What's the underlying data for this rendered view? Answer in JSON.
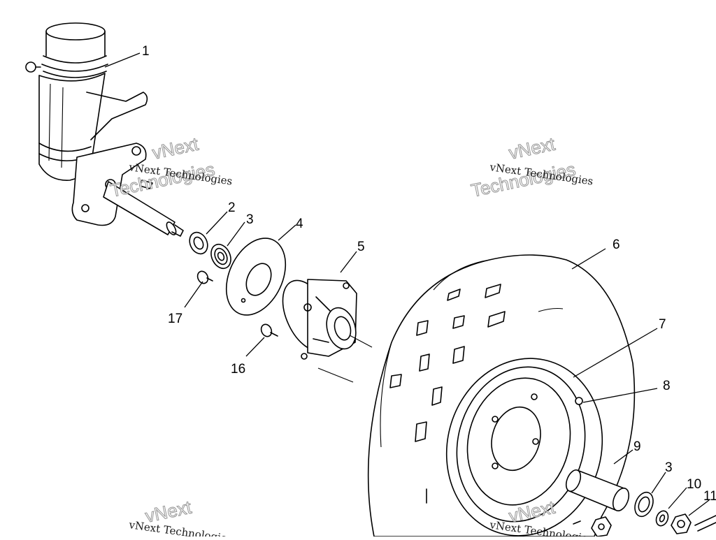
{
  "diagram": {
    "callouts": {
      "c1": "1",
      "c2": "2",
      "c3a": "3",
      "c4": "4",
      "c5": "5",
      "c6": "6",
      "c7": "7",
      "c8": "8",
      "c9": "9",
      "c3b": "3",
      "c10": "10",
      "c11": "11",
      "c16": "16",
      "c17": "17"
    },
    "watermarks": {
      "short": "vNext Technologies",
      "line1": "vNext",
      "line2": "Technologies"
    }
  }
}
